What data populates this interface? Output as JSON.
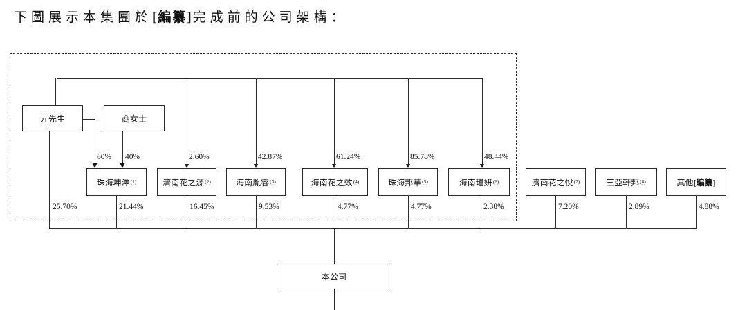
{
  "title": {
    "prefix": "下圖展示本集團於",
    "redacted": "[編纂]",
    "suffix": "完成前的公司架構："
  },
  "colors": {
    "line": "#2b2b2b",
    "text": "#111111",
    "background": "#ffffff"
  },
  "shareholders": [
    {
      "name": "亓先生",
      "company_pct": "25.70%"
    },
    {
      "name": "商女士"
    }
  ],
  "ownership_arrows": {
    "mr_qi_to_zhuhai_kunze": "60%",
    "ms_shang_to_zhuhai_kunze": "40%"
  },
  "holdings": [
    {
      "name": "珠海坤澤",
      "note": "(1)",
      "company_pct": "21.44%"
    },
    {
      "name": "濟南花之源",
      "note": "(2)",
      "parent_pct": "2.60%",
      "company_pct": "16.45%"
    },
    {
      "name": "海南胤睿",
      "note": "(3)",
      "parent_pct": "42.87%",
      "company_pct": "9.53%"
    },
    {
      "name": "海南花之效",
      "note": "(4)",
      "parent_pct": "61.24%",
      "company_pct": "4.77%"
    },
    {
      "name": "珠海邦華",
      "note": "(5)",
      "parent_pct": "85.78%",
      "company_pct": "4.77%"
    },
    {
      "name": "海南瑾妍",
      "note": "(6)",
      "parent_pct": "48.44%",
      "company_pct": "2.38%"
    },
    {
      "name": "濟南花之悅",
      "note": "(7)",
      "company_pct": "7.20%"
    },
    {
      "name": "三亞軒邦",
      "note": "(8)",
      "company_pct": "2.89%"
    },
    {
      "name": "其他",
      "note_bold": "[編纂]",
      "company_pct": "4.88%"
    }
  ],
  "company": {
    "name": "本公司"
  }
}
